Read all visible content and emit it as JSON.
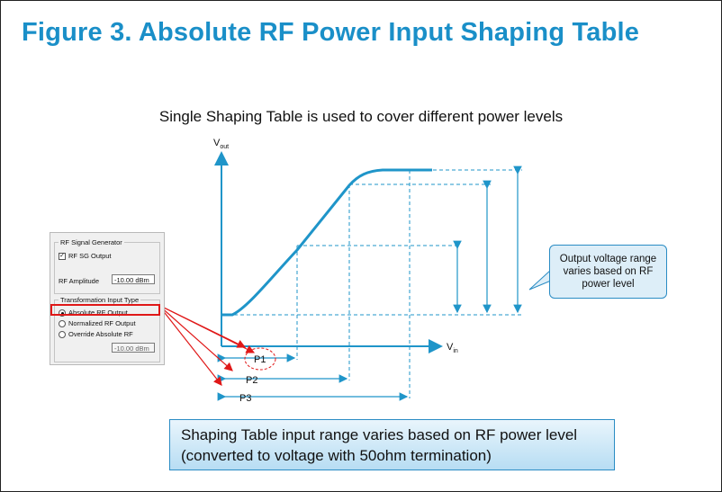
{
  "title": "Figure 3. Absolute RF Power Input Shaping Table",
  "subtitle": "Single Shaping Table is used to cover different power levels",
  "axes": {
    "y_main": "V",
    "y_sub": "out",
    "x_main": "V",
    "x_sub": "in"
  },
  "ranges": [
    "P1",
    "P2",
    "P3"
  ],
  "callout": "Output voltage range varies based on RF power level",
  "bottom_text": "Shaping Table input range varies based on RF power level (converted to voltage with 50ohm termination)",
  "panel": {
    "rf_group_title": "RF Signal Generator",
    "rf_sg_output_label": "RF SG Output",
    "rf_sg_output_checked": true,
    "rf_amplitude_label": "RF Amplitude",
    "rf_amplitude_value": "-10.00 dBm",
    "transform_group_title": "Transformation Input Type",
    "options": [
      "Absolute RF Output",
      "Normalized RF Output",
      "Override Absolute RF"
    ],
    "selected_option": "Absolute RF Output",
    "override_value": "-10.00 dBm"
  },
  "colors": {
    "title": "#1a8fc8",
    "diagram_line": "#1f95c9",
    "arrow": "#e01818",
    "callout_fill": "#ddeef8"
  }
}
